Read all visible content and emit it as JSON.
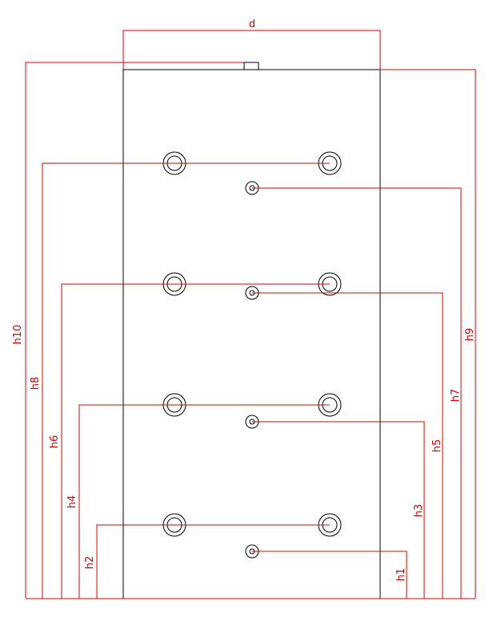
{
  "labels": {
    "d": "d",
    "h1": "h1",
    "h2": "h2",
    "h3": "h3",
    "h4": "h4",
    "h5": "h5",
    "h6": "h6",
    "h7": "h7",
    "h8": "h8",
    "h9": "h9",
    "h10": "h10"
  },
  "colors": {
    "outline": "#000000",
    "dimension": "#e00000"
  }
}
